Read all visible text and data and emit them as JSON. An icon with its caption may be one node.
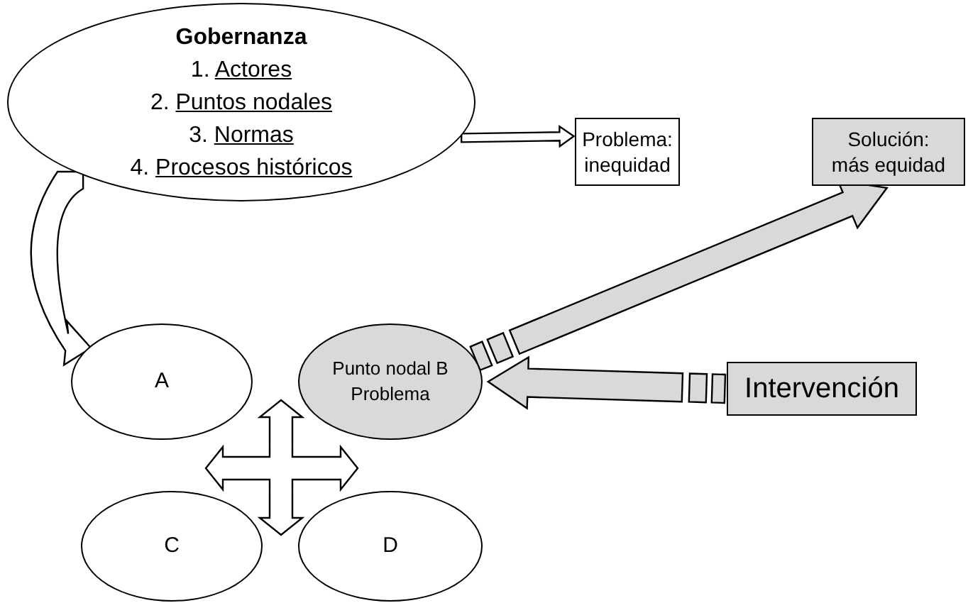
{
  "diagram": {
    "nodes": [
      {
        "text": [
          "Gobernanza",
          "1. Actores",
          "2. Puntos nodales",
          "3. Normas",
          "4. Procesos históricos"
        ]
      },
      {
        "text": [
          "Problema: inequidad"
        ]
      },
      {
        "text": [
          "Solución: más equidad"
        ]
      },
      {
        "text": [
          "A"
        ]
      },
      {
        "text": [
          "Punto nodal B Problema"
        ]
      },
      {
        "text": [
          "Intervención"
        ]
      },
      {
        "text": [
          "C"
        ]
      },
      {
        "text": [
          "D"
        ]
      }
    ],
    "edges": [
      {
        "from": 0,
        "to": 1,
        "arrow": "to"
      },
      {
        "from": 0,
        "to": 3,
        "arrow": "to"
      },
      {
        "from": 4,
        "to": 2,
        "arrow": "to",
        "style": "dashed",
        "color": "#d9d9d9"
      },
      {
        "from": 5,
        "to": 4,
        "arrow": "to",
        "style": "dashed",
        "color": "#d9d9d9"
      }
    ]
  }
}
